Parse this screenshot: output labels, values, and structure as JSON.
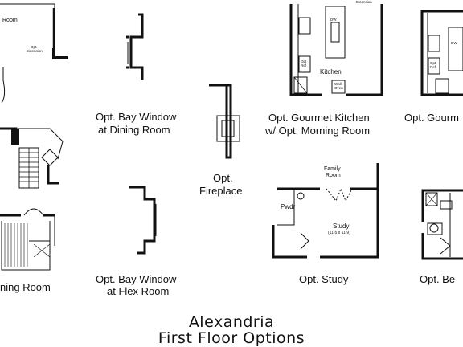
{
  "title": {
    "line1": "Alexandria",
    "line2": "First Floor Options"
  },
  "labels": {
    "bay_dining_1": "Opt. Bay Window",
    "bay_dining_2": "at Dining Room",
    "fireplace_1": "Opt.",
    "fireplace_2": "Fireplace",
    "gourmet_1": "Opt. Gourmet Kitchen",
    "gourmet_2": "w/ Opt. Morning Room",
    "gourmet_cut": "Opt. Gourm",
    "dining_cut": "ning Room",
    "bay_flex_1": "Opt. Bay Window",
    "bay_flex_2": "at Flex Room",
    "study": "Opt. Study",
    "bed_cut": "Opt. Be"
  },
  "room_text": {
    "room_top": "Room",
    "opt_ext_1": "Opt.",
    "opt_ext_2": "Extension",
    "kitchen": "Kitchen",
    "dw": "DW",
    "opt_ref": "Opt",
    "opt_ref_2": "Ref",
    "wall_oven": "Wall",
    "wall_oven_2": "Oven",
    "ext_top": "Extension",
    "family_room_1": "Family",
    "family_room_2": "Room",
    "pwdr": "Pwdr",
    "study_name": "Study",
    "study_dim": "(11-5 x 11-9)",
    "dw_right": "DW",
    "opt_ref_right": "Opt",
    "opt_ref_right_2": "Ref"
  }
}
